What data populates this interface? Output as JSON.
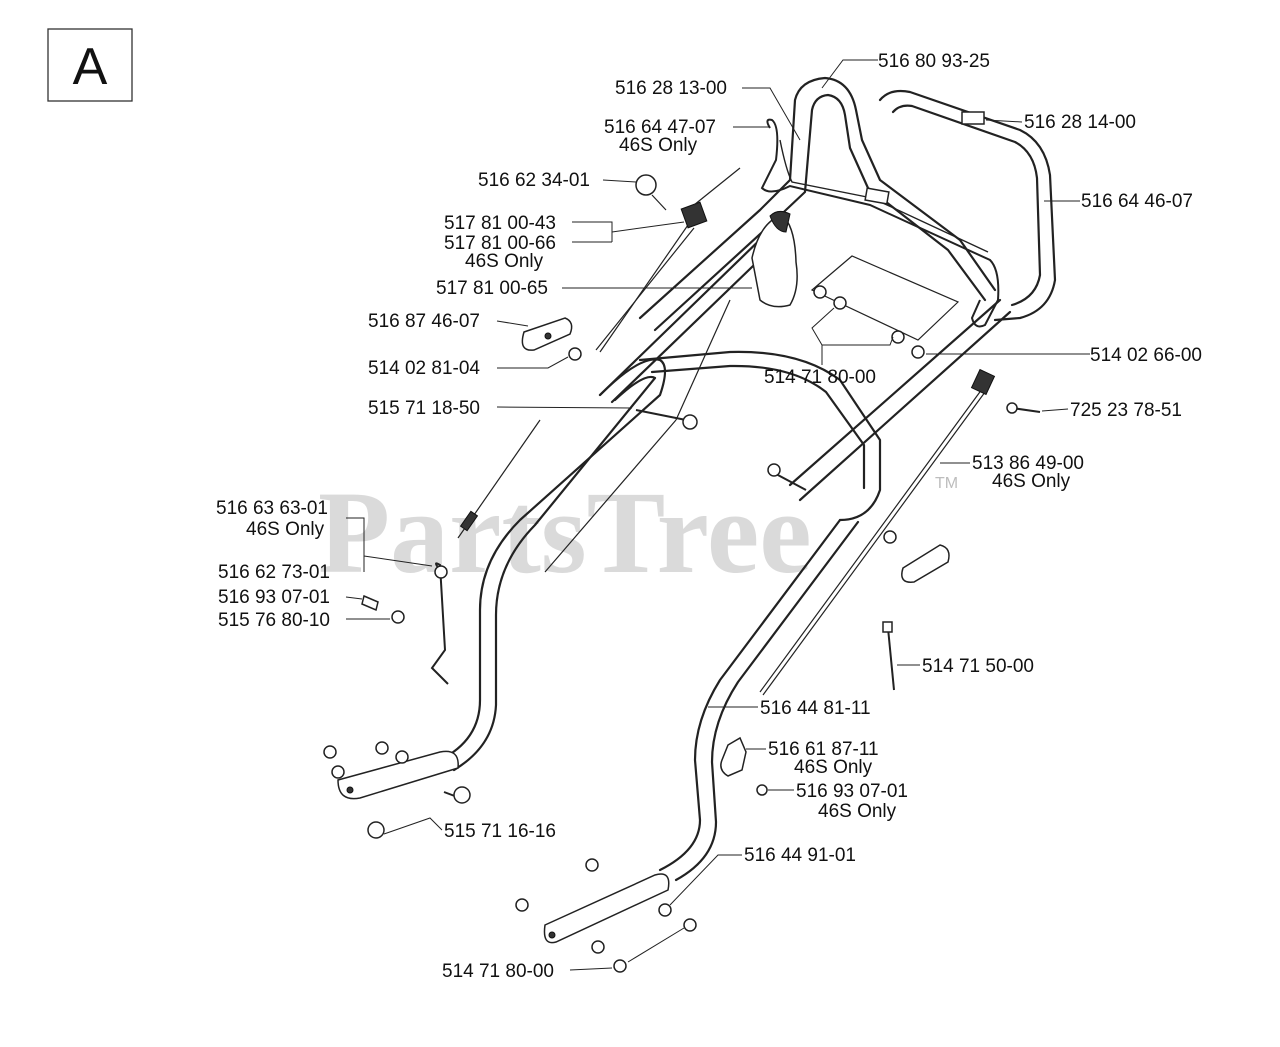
{
  "section_label": "A",
  "watermark": {
    "text": "PartsTree",
    "trademark": "TM"
  },
  "labels": [
    {
      "id": "516-80-93-25",
      "lines": [
        "516 80 93-25"
      ]
    },
    {
      "id": "516-28-13-00",
      "lines": [
        "516 28 13-00"
      ]
    },
    {
      "id": "516-28-14-00",
      "lines": [
        "516 28 14-00"
      ]
    },
    {
      "id": "516-64-47-07",
      "lines": [
        "516 64 47-07",
        "46S Only"
      ]
    },
    {
      "id": "516-62-34-01",
      "lines": [
        "516 62 34-01"
      ]
    },
    {
      "id": "516-64-46-07",
      "lines": [
        "516 64 46-07"
      ]
    },
    {
      "id": "517-81-00-43",
      "lines": [
        "517 81 00-43"
      ]
    },
    {
      "id": "517-81-00-66",
      "lines": [
        "517 81 00-66",
        "46S Only"
      ]
    },
    {
      "id": "517-81-00-65",
      "lines": [
        "517 81 00-65"
      ]
    },
    {
      "id": "516-87-46-07",
      "lines": [
        "516 87 46-07"
      ]
    },
    {
      "id": "514-02-81-04",
      "lines": [
        "514 02 81-04"
      ]
    },
    {
      "id": "514-02-66-00",
      "lines": [
        "514 02 66-00"
      ]
    },
    {
      "id": "514-71-80-00-top",
      "lines": [
        "514 71 80-00"
      ]
    },
    {
      "id": "515-71-18-50",
      "lines": [
        "515 71 18-50"
      ]
    },
    {
      "id": "725-23-78-51",
      "lines": [
        "725 23 78-51"
      ]
    },
    {
      "id": "513-86-49-00",
      "lines": [
        "513 86 49-00",
        "46S Only"
      ]
    },
    {
      "id": "516-63-63-01",
      "lines": [
        "516 63 63-01",
        "46S Only"
      ]
    },
    {
      "id": "516-62-73-01",
      "lines": [
        "516 62 73-01"
      ]
    },
    {
      "id": "516-93-07-01-left",
      "lines": [
        "516 93 07-01"
      ]
    },
    {
      "id": "515-76-80-10",
      "lines": [
        "515 76 80-10"
      ]
    },
    {
      "id": "514-71-50-00",
      "lines": [
        "514 71 50-00"
      ]
    },
    {
      "id": "516-44-81-11",
      "lines": [
        "516 44 81-11"
      ]
    },
    {
      "id": "516-61-87-11",
      "lines": [
        "516 61 87-11",
        "46S Only"
      ]
    },
    {
      "id": "516-93-07-01-right",
      "lines": [
        "516 93 07-01",
        "46S Only"
      ]
    },
    {
      "id": "515-71-16-16",
      "lines": [
        "515 71 16-16"
      ]
    },
    {
      "id": "516-44-91-01",
      "lines": [
        "516 44 91-01"
      ]
    },
    {
      "id": "514-71-80-00-bottom",
      "lines": [
        "514 71 80-00"
      ]
    }
  ]
}
